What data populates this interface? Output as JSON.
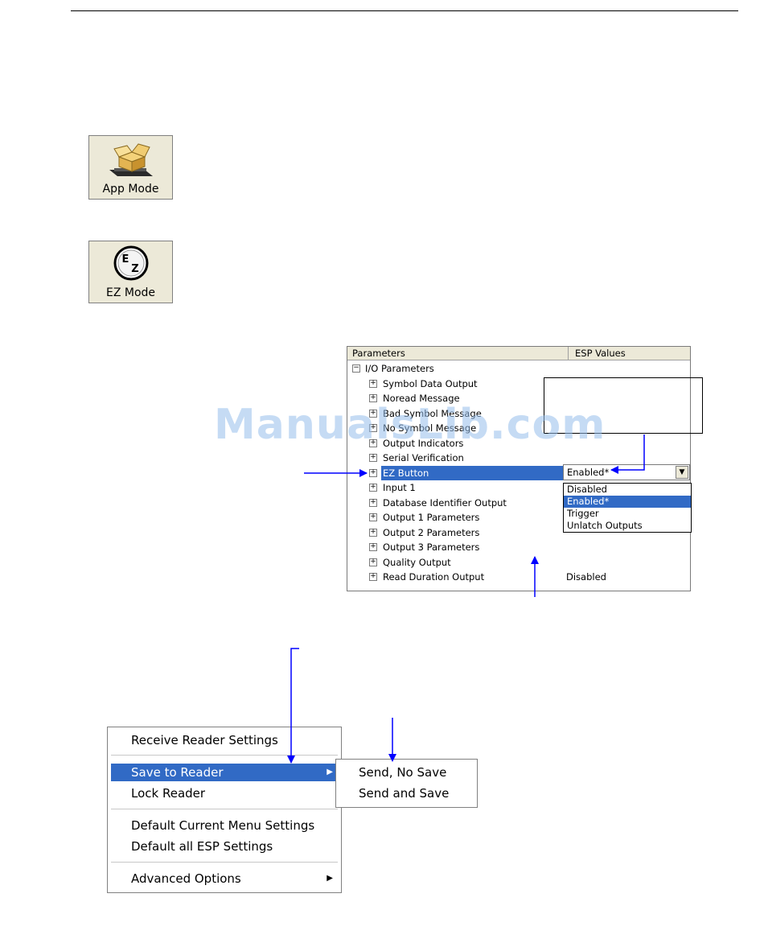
{
  "toolbar": {
    "app_mode_label": "App Mode",
    "ez_mode_label": "EZ Mode"
  },
  "param_tree": {
    "header_params": "Parameters",
    "header_esp": "ESP Values",
    "root": "I/O Parameters",
    "items": [
      {
        "label": "Symbol Data Output",
        "value": ""
      },
      {
        "label": "Noread Message",
        "value": ""
      },
      {
        "label": "Bad Symbol Message",
        "value": ""
      },
      {
        "label": "No Symbol Message",
        "value": ""
      },
      {
        "label": "Output Indicators",
        "value": ""
      },
      {
        "label": "Serial Verification",
        "value": ""
      },
      {
        "label": "EZ Button",
        "value": ""
      },
      {
        "label": "Input 1",
        "value": ""
      },
      {
        "label": "Database Identifier Output",
        "value": ""
      },
      {
        "label": "Output 1 Parameters",
        "value": ""
      },
      {
        "label": "Output 2 Parameters",
        "value": ""
      },
      {
        "label": "Output 3 Parameters",
        "value": ""
      },
      {
        "label": "Quality Output",
        "value": ""
      },
      {
        "label": "Read Duration Output",
        "value": "Disabled"
      }
    ],
    "selected_item": "EZ Button",
    "combo_value": "Enabled*",
    "dropdown_options": [
      "Disabled",
      "Enabled*",
      "Trigger",
      "Unlatch Outputs"
    ],
    "dropdown_selected": "Enabled*"
  },
  "context_menu": {
    "items": [
      {
        "label": "Receive Reader Settings"
      },
      {
        "label": "Save to Reader"
      },
      {
        "label": "Lock Reader"
      },
      {
        "label": "Default Current Menu Settings"
      },
      {
        "label": "Default all ESP Settings"
      },
      {
        "label": "Advanced Options"
      }
    ],
    "selected": "Save to Reader",
    "submenu": [
      "Send, No Save",
      "Send and Save"
    ]
  },
  "watermark": "ManualsLib.com",
  "colors": {
    "selection": "#316ac5",
    "annotation_arrow": "#0000ff",
    "button_face": "#ece9d8"
  }
}
